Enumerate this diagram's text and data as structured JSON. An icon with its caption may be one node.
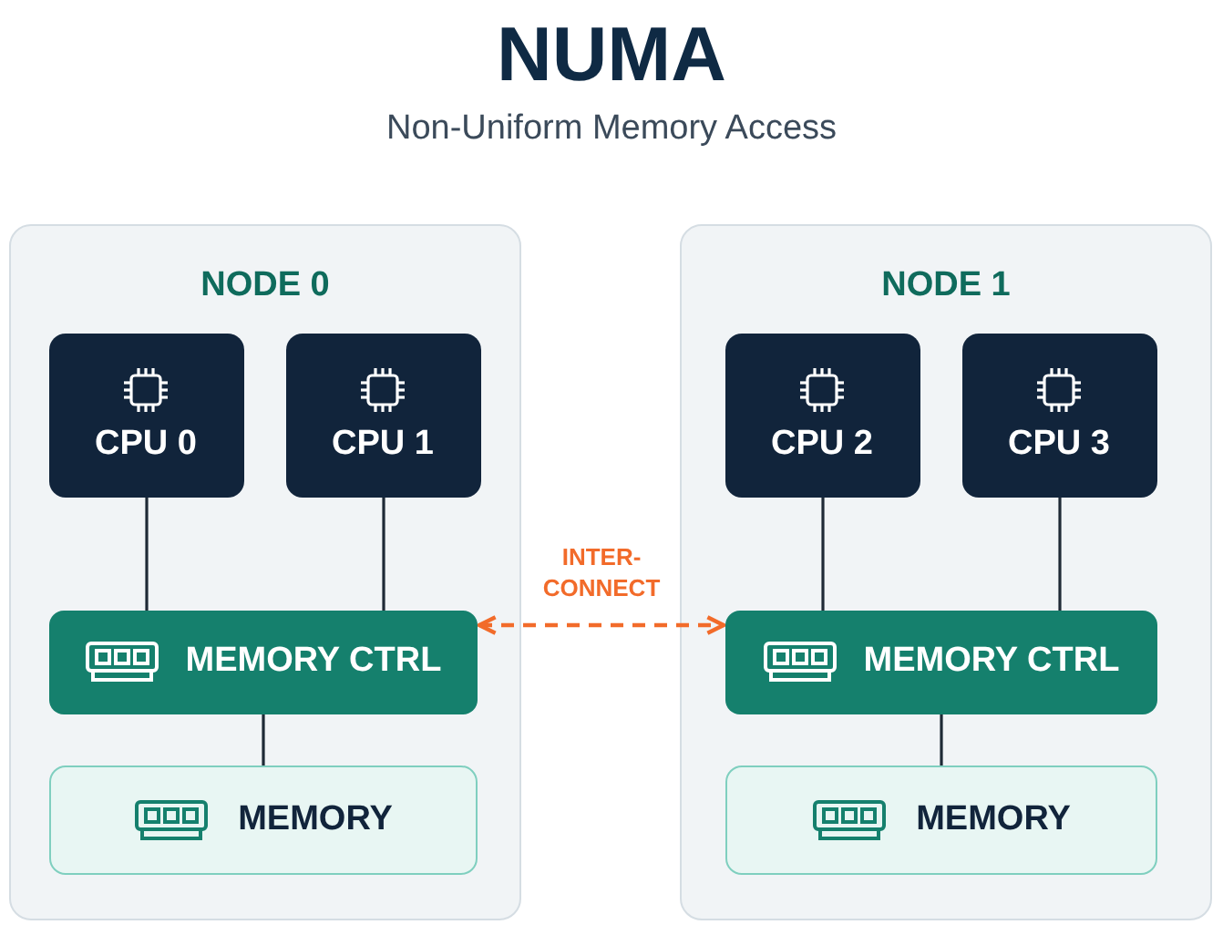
{
  "diagram": {
    "title": "NUMA",
    "nodes": [
      {
        "text": [
          "NODE 0"
        ]
      },
      {
        "text": [
          "CPU 0"
        ],
        "in": 0
      },
      {
        "text": [
          "CPU 1"
        ],
        "in": 0
      },
      {
        "text": [
          "MEMORY CTRL"
        ],
        "in": 0
      },
      {
        "text": [
          "MEMORY"
        ],
        "in": 0
      },
      {
        "text": [
          "NODE 1"
        ]
      },
      {
        "text": [
          "CPU 2"
        ],
        "in": 5
      },
      {
        "text": [
          "CPU 3"
        ],
        "in": 5
      },
      {
        "text": [
          "MEMORY CTRL"
        ],
        "in": 5
      },
      {
        "text": [
          "MEMORY"
        ],
        "in": 5
      }
    ],
    "edges": [
      {
        "from": 1,
        "to": 3,
        "arrow": "none"
      },
      {
        "from": 2,
        "to": 3,
        "arrow": "none"
      },
      {
        "from": 3,
        "to": 4,
        "arrow": "none"
      },
      {
        "from": 6,
        "to": 8,
        "arrow": "none"
      },
      {
        "from": 7,
        "to": 8,
        "arrow": "none"
      },
      {
        "from": 8,
        "to": 9,
        "arrow": "none"
      },
      {
        "from": 3,
        "to": 8,
        "arrow": "both",
        "label": "INTER- CONNECT",
        "style": "dashed",
        "color": "#f26b2a"
      }
    ],
    "labels": [
      "Non-Uniform Memory Access"
    ]
  }
}
